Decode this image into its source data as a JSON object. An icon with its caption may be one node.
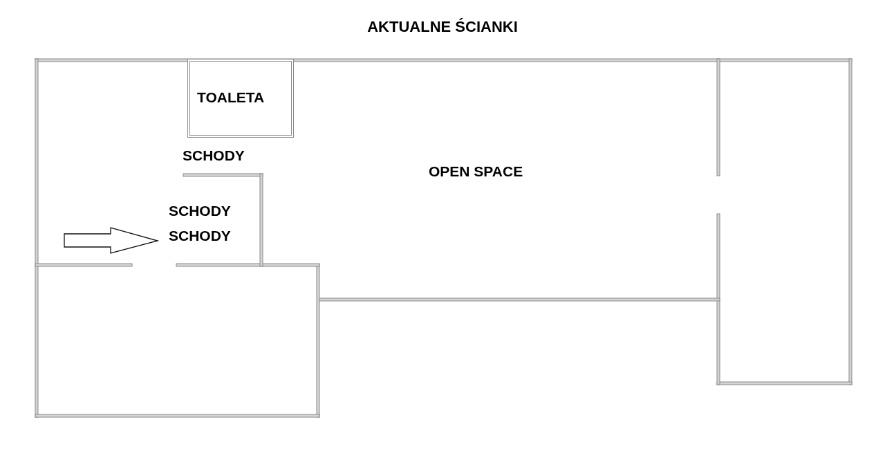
{
  "diagram": {
    "title": "AKTUALNE ŚCIANKI",
    "nodes": [
      {
        "text": [
          "TOALETA"
        ]
      }
    ],
    "labels": [
      "SCHODY",
      "OPEN SPACE",
      "SCHODY",
      "SCHODY"
    ]
  }
}
